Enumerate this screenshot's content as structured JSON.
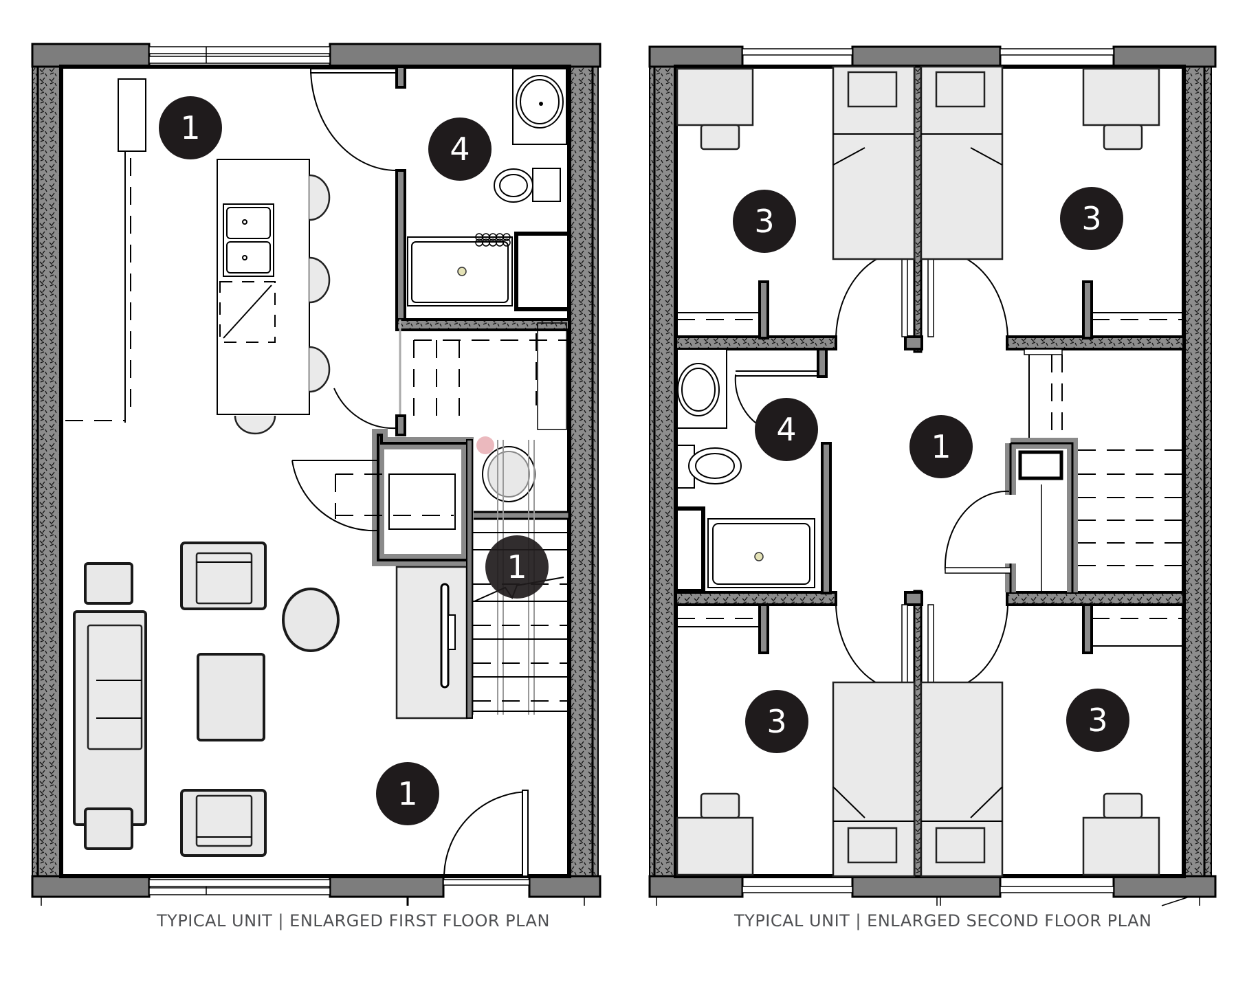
{
  "figure": {
    "type": "architectural floor plans",
    "background": "#ffffff"
  },
  "plans": [
    {
      "id": "first-floor",
      "caption": "TYPICAL UNIT | ENLARGED FIRST FLOOR PLAN",
      "room_tags": [
        {
          "label": "1",
          "room": "kitchen"
        },
        {
          "label": "4",
          "room": "bathroom"
        },
        {
          "label": "1",
          "room": "stair landing"
        },
        {
          "label": "1",
          "room": "living room"
        }
      ],
      "furniture": [
        "kitchen counter",
        "kitchen island with double sink",
        "dishwasher",
        "bar stools",
        "refrigerator",
        "washer/dryer closet",
        "water heater",
        "stair",
        "sofa",
        "side tables",
        "armchairs",
        "coffee table",
        "round ottoman",
        "entry door"
      ]
    },
    {
      "id": "second-floor",
      "caption": "TYPICAL UNIT | ENLARGED SECOND FLOOR PLAN",
      "room_tags": [
        {
          "label": "3",
          "room": "bedroom NW"
        },
        {
          "label": "3",
          "room": "bedroom NE"
        },
        {
          "label": "4",
          "room": "bathroom"
        },
        {
          "label": "1",
          "room": "hall"
        },
        {
          "label": "3",
          "room": "bedroom SW"
        },
        {
          "label": "3",
          "room": "bedroom SE"
        }
      ],
      "furniture": [
        "4 twin beds",
        "4 desks with chairs",
        "4 closets",
        "toilet",
        "lavatory",
        "tub",
        "stair",
        "linen closet"
      ]
    }
  ],
  "colors": {
    "badge": "#1f1b1c",
    "badge_text": "#ffffff",
    "wall_fill": "#8a8a8a",
    "furniture_fill": "#e8e8e8",
    "caption_text": "#4f5053"
  }
}
